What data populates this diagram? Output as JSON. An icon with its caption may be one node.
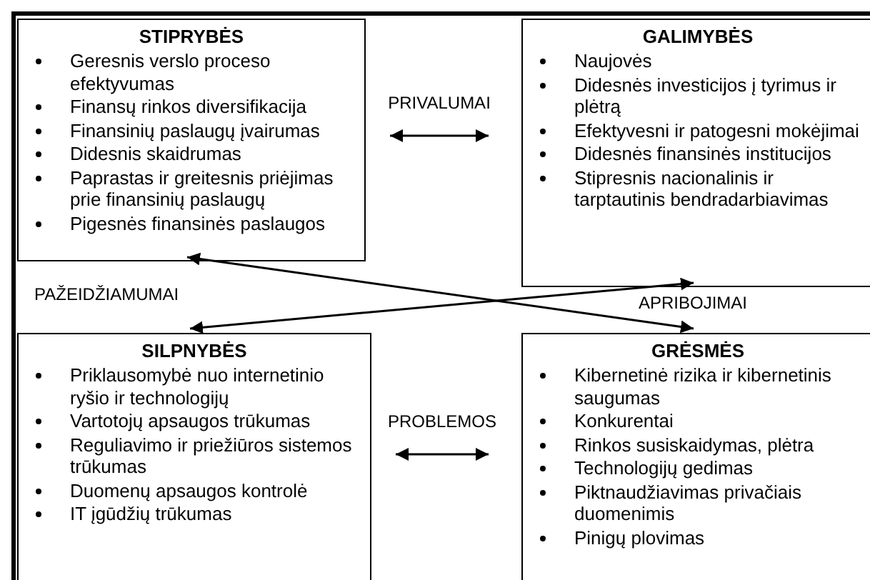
{
  "diagram": {
    "nodes": [
      {
        "text": [],
        "shape": "box"
      },
      {
        "text": [
          "STIPRYBĖS",
          "Geresnis verslo proceso efektyvumas",
          "Finansų rinkos diversifikacija",
          "Finansinių paslaugų įvairumas",
          "Didesnis skaidrumas",
          "Paprastas ir greitesnis priėjimas prie finansinių paslaugų",
          "Pigesnės finansinės paslaugos"
        ],
        "in": 0
      },
      {
        "text": [
          "GALIMYBĖS",
          "Naujovės",
          "Didesnės investicijos į tyrimus ir plėtrą",
          "Efektyvesni ir patogesni mokėjimai",
          "Didesnės finansinės institucijos",
          "Stipresnis nacionalinis ir tarptautinis bendradarbiavimas"
        ],
        "in": 0
      },
      {
        "text": [
          "SILPNYBĖS",
          "Priklausomybė nuo internetinio ryšio ir technologijų",
          "Vartotojų apsaugos trūkumas",
          "Reguliavimo ir priežiūros sistemos trūkumas",
          "Duomenų apsaugos kontrolė",
          "IT įgūdžių trūkumas"
        ],
        "in": 0
      },
      {
        "text": [
          "GRĖSMĖS",
          "Kibernetinė rizika ir kibernetinis saugumas",
          "Konkurentai",
          "Rinkos susiskaidymas, plėtra",
          "Technologijų gedimas",
          "Piktnaudžiavimas privačiais duomenimis",
          "Pinigų plovimas"
        ],
        "in": 0
      }
    ],
    "edges": [
      {
        "from": 1,
        "to": 2,
        "arrow": "both",
        "label": "PRIVALUMAI"
      },
      {
        "from": 3,
        "to": 4,
        "arrow": "both",
        "label": "PROBLEMOS"
      },
      {
        "from": 1,
        "to": 4,
        "arrow": "both"
      },
      {
        "from": 3,
        "to": 2,
        "arrow": "both"
      }
    ],
    "labels": [
      "PAŽEIDŽIAMUMAI",
      "APRIBOJIMAI"
    ]
  }
}
